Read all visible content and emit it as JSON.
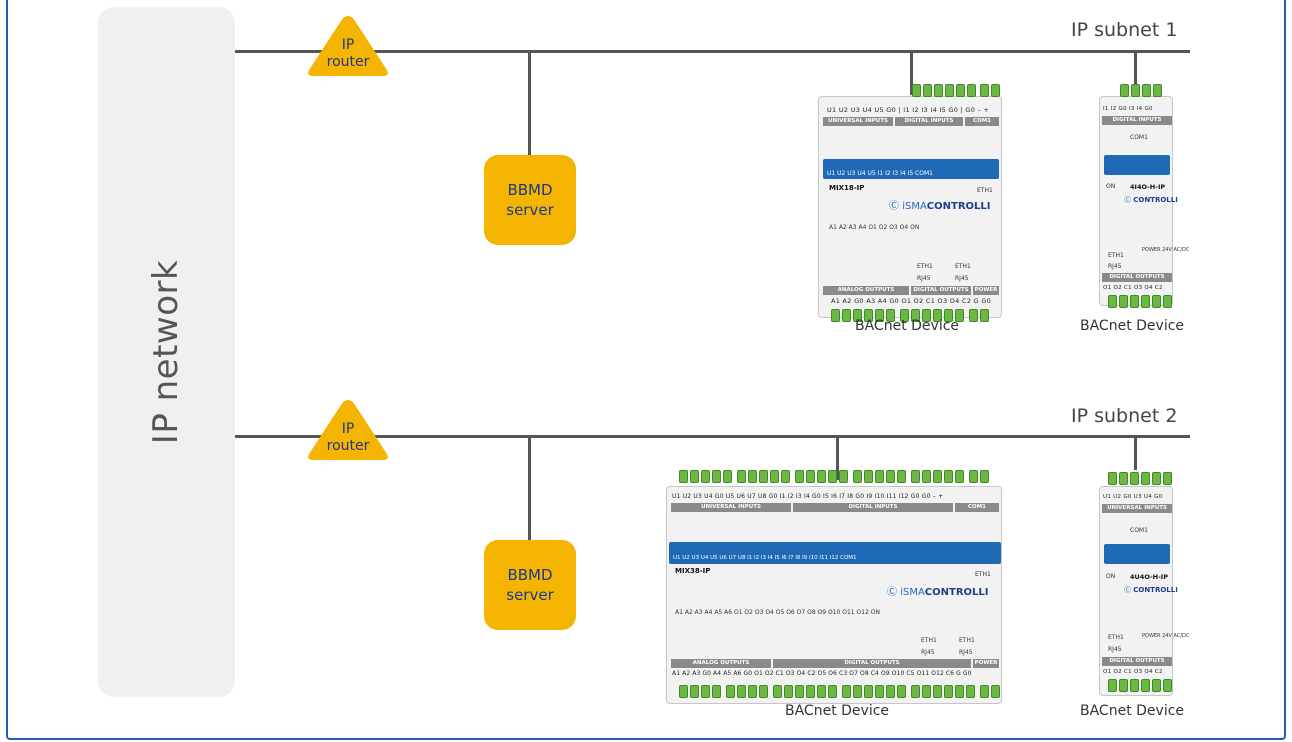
{
  "network": {
    "label": "IP network"
  },
  "subnets": [
    {
      "label": "IP subnet 1",
      "router": [
        "IP",
        "router"
      ],
      "bbmd": [
        "BBMD",
        "server"
      ]
    },
    {
      "label": "IP subnet 2",
      "router": [
        "IP",
        "router"
      ],
      "bbmd": [
        "BBMD",
        "server"
      ]
    }
  ],
  "devices": {
    "d1": {
      "label": "BACnet Device",
      "model": "MIX18-IP",
      "top_pins": "U1 U2 U3 U4 U5 G0 | I1 I2 I3 I4 I5 G0 | G0 – +",
      "top_bar": [
        "UNIVERSAL INPUTS",
        "DIGITAL INPUTS",
        "COM1"
      ],
      "led_row": "U1 U2 U3 U4 U5 I1 I2 I3 I4 I5 COM1",
      "out_row": "A1 A2  A3 A4  O1 O2  O3 O4  ON",
      "bottom_bar": [
        "ANALOG OUTPUTS",
        "DIGITAL OUTPUTS",
        "POWER"
      ],
      "bottom_pins": "A1 A2 G0 A3 A4 G0 O1 O2 C1 O3 O4 C2 G G0"
    },
    "d2": {
      "label": "BACnet Device",
      "model": "4I4O-H-IP",
      "top_pins": "I1 I2 G0 I3 I4 G0",
      "top_bar": "DIGITAL INPUTS",
      "bottom_pins": "O1 O2 C1 O3 O4 C2",
      "bottom_bar": "DIGITAL OUTPUTS"
    },
    "d3": {
      "label": "BACnet Device",
      "model": "MIX38-IP",
      "top_pins": "U1 U2 U3 U4 G0 U5 U6 U7 U8 G0 I1 I2 I3 I4 G0 I5 I6 I7 I8 G0 I9 I10 I11 I12 G0 G0 – +",
      "top_bar": [
        "UNIVERSAL INPUTS",
        "DIGITAL INPUTS",
        "COM1"
      ],
      "led_row": "U1 U2 U3 U4   U5 U6 U7 U8   I1 I2 I3 I4   I5 I6 I7 I8   I9 I10 I11 I12   COM1",
      "out_row": "A1 A2 A3   A4 A5 A6   O1 O2   O3 O4   O5 O6   O7 O8   O9 O10   O11 O12   ON",
      "bottom_bar": [
        "ANALOG OUTPUTS",
        "DIGITAL OUTPUTS",
        "POWER"
      ],
      "bottom_pins": "A1 A2 A3 G0 A4 A5 A6 G0 O1 O2 C1 O3 O4 C2 O5 O6 C3 O7 O8 C4 O9 O10 C5 O11 O12 C6 G G0"
    },
    "d4": {
      "label": "BACnet Device",
      "model": "4U4O-H-IP",
      "top_pins": "U1 U2 G0 U3 U4 G0",
      "top_bar": "UNIVERSAL INPUTS",
      "bottom_pins": "O1 O2 C1 O3 O4 C2",
      "bottom_bar": "DIGITAL OUTPUTS"
    }
  },
  "common": {
    "brand_light": "iSMA",
    "brand_bold": "CONTROLLI",
    "eth": "ETH1",
    "rj45": "RJ45",
    "power": "POWER 24V AC/DC",
    "com": "COM1",
    "on": "ON"
  },
  "colors": {
    "frame": "#1f5fa8",
    "router": "#f4b400",
    "bbmd": "#f4b400",
    "bus": "#555555",
    "terminal": "#6cb843",
    "panel": "#1f6ab7"
  }
}
